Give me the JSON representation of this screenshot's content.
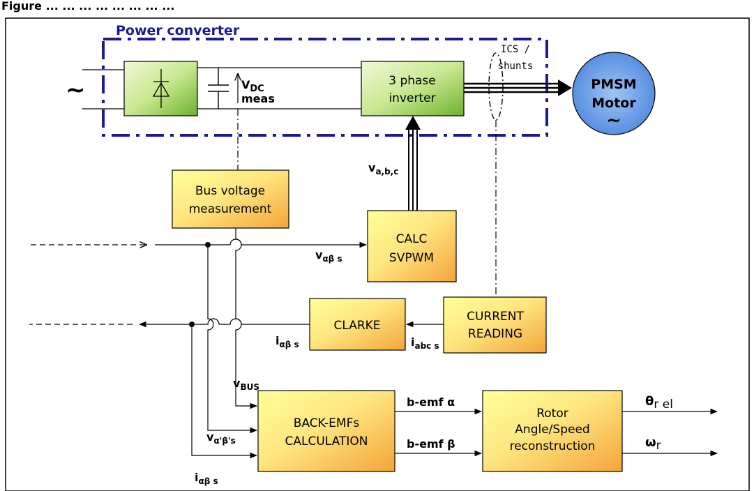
{
  "title_partial": "Figure ... ... ... ... ... ... ... ...",
  "power_converter": {
    "label": "Power converter",
    "color": "#1a1a99"
  },
  "ac_source_symbol": "~",
  "rectifier": {
    "icon": "diode-bridge-icon"
  },
  "vdc": {
    "v": "V",
    "sub": "DC",
    "meas": "meas"
  },
  "inverter": {
    "line1": "3 phase",
    "line2": "inverter"
  },
  "ics": {
    "line1": "ICS /",
    "line2": "shunts"
  },
  "motor": {
    "line1": "PMSM",
    "line2": "Motor",
    "symbol": "~",
    "color": "#5b8fe0"
  },
  "bus_voltage": {
    "line1": "Bus voltage",
    "line2": "measurement"
  },
  "calc_svpwm": {
    "line1": "CALC",
    "line2": "SVPWM"
  },
  "clarke": {
    "label": "CLARKE"
  },
  "current_reading": {
    "line1": "CURRENT",
    "line2": "READING"
  },
  "back_emf": {
    "line1": "BACK-EMFs",
    "line2": "CALCULATION"
  },
  "rotor": {
    "line1": "Rotor",
    "line2": "Angle/Speed",
    "line3": "reconstruction"
  },
  "signals": {
    "vabc": {
      "main": "v",
      "sub": "a,b,c"
    },
    "valphabeta": {
      "main": "v",
      "sub": "αβ s"
    },
    "ialphabeta_clarke": {
      "main": "i",
      "sub": "αβ s"
    },
    "iabc": {
      "main": "i",
      "sub": "abc s"
    },
    "vbus": {
      "main": "v",
      "sub": "BUS"
    },
    "valphabeta_prime": {
      "main": "v",
      "sub": "α'β's"
    },
    "ialphabeta_bottom": {
      "main": "i",
      "sub": "αβ s"
    },
    "bemf_alpha": "b-emf α",
    "bemf_beta": "b-emf β",
    "theta": {
      "main": "θ",
      "sub": "r el"
    },
    "omega": {
      "main": "ω",
      "sub": "r"
    }
  },
  "colors": {
    "block_light": "#ffff99",
    "block_dark": "#f4a83a",
    "green_light": "#e8f5c0",
    "green_dark": "#7fbf3a"
  }
}
